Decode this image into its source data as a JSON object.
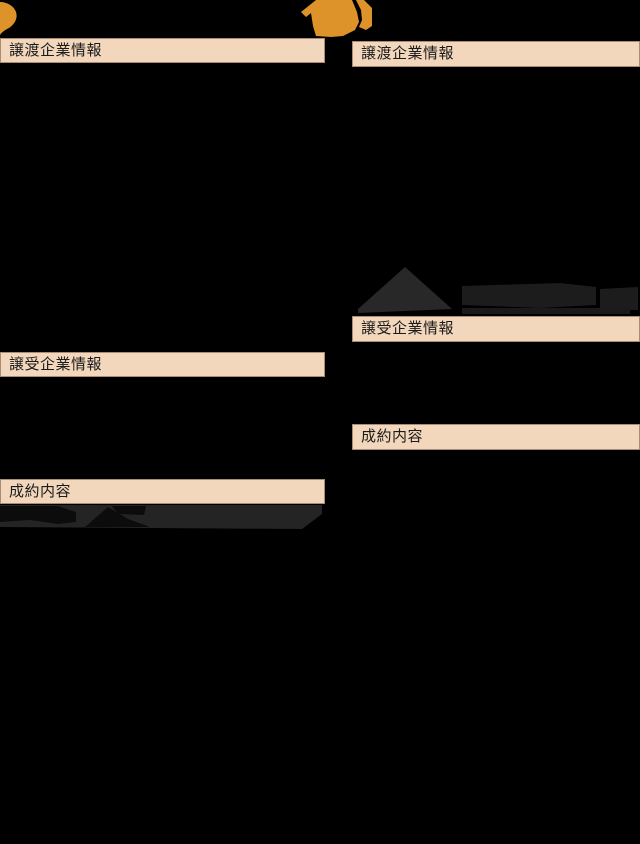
{
  "page": {
    "background_color": "#000000",
    "accent_orange": "#dd9329",
    "header_bg_color": "#f2d7bc",
    "header_border_color": "#6e4e34",
    "header_text_color": "#1b1b1b",
    "silhouette_gray": "#272727",
    "silhouette_dark": "#0d0d0d"
  },
  "columns": [
    {
      "name": "case-left",
      "sections": [
        {
          "label": "譲渡企業情報"
        },
        {
          "label": "譲受企業情報"
        },
        {
          "label": "成約内容"
        }
      ]
    },
    {
      "name": "case-right",
      "sections": [
        {
          "label": "譲渡企業情報"
        },
        {
          "label": "譲受企業情報"
        },
        {
          "label": "成約内容"
        }
      ]
    }
  ]
}
